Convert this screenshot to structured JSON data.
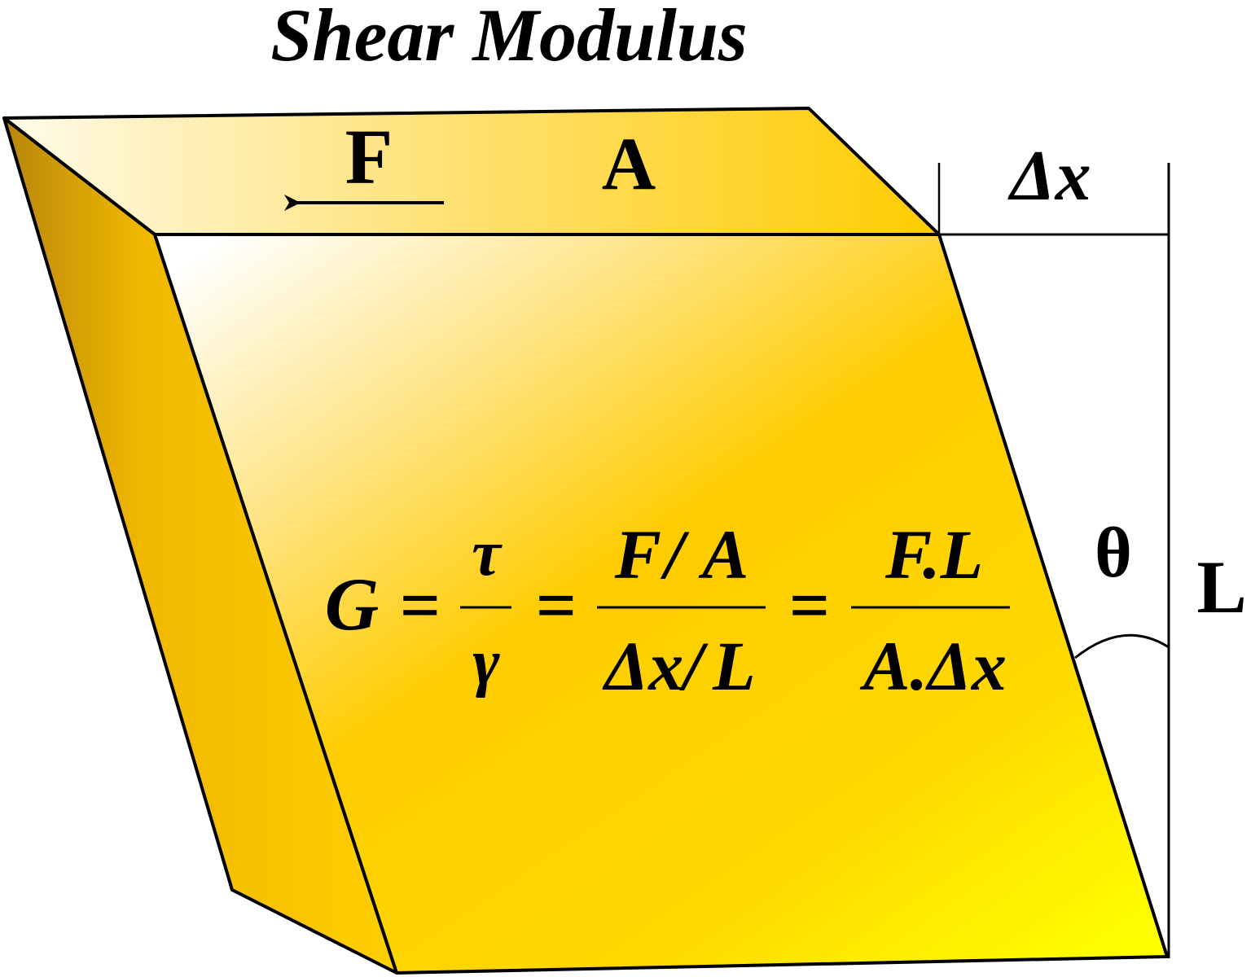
{
  "title": "Shear Modulus",
  "labels": {
    "force": "F",
    "area": "A",
    "displacement": "Δx",
    "angle": "θ",
    "length": "L"
  },
  "formula": {
    "lhs": "G",
    "equals": "=",
    "frac1": {
      "numerator": "τ",
      "denominator": "γ"
    },
    "frac2": {
      "numerator": {
        "left": "F",
        "slash": "/",
        "right": "A"
      },
      "denominator": {
        "left": "Δx",
        "slash": "/",
        "right": "L"
      }
    },
    "frac3": {
      "numerator": "F.L",
      "denominator": "A.Δx"
    }
  },
  "colors": {
    "block_dark": "#d9a20c",
    "block_mid": "#ffcc00",
    "block_light": "#fff8e0",
    "block_bright": "#ffff00",
    "outline": "#000000"
  }
}
